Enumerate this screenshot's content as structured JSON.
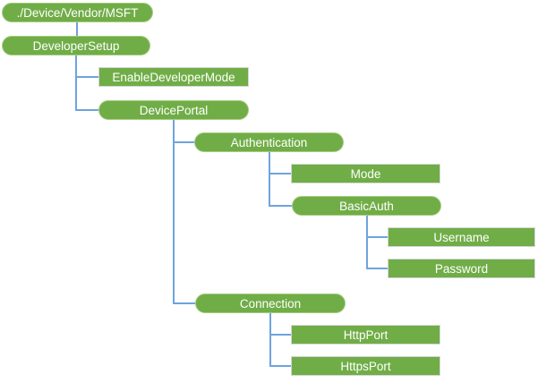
{
  "diagram": {
    "type": "tree",
    "nodes": [
      {
        "label": "./Device/Vendor/MSFT",
        "shape": "rounded",
        "parent": null
      },
      {
        "label": "DeveloperSetup",
        "shape": "rounded",
        "parent": "./Device/Vendor/MSFT"
      },
      {
        "label": "EnableDeveloperMode",
        "shape": "rectangle",
        "parent": "DeveloperSetup"
      },
      {
        "label": "DevicePortal",
        "shape": "rounded",
        "parent": "DeveloperSetup"
      },
      {
        "label": "Authentication",
        "shape": "rounded",
        "parent": "DevicePortal"
      },
      {
        "label": "Mode",
        "shape": "rectangle",
        "parent": "Authentication"
      },
      {
        "label": "BasicAuth",
        "shape": "rounded",
        "parent": "Authentication"
      },
      {
        "label": "Username",
        "shape": "rectangle",
        "parent": "BasicAuth"
      },
      {
        "label": "Password",
        "shape": "rectangle",
        "parent": "BasicAuth"
      },
      {
        "label": "Connection",
        "shape": "rounded",
        "parent": "DevicePortal"
      },
      {
        "label": "HttpPort",
        "shape": "rectangle",
        "parent": "Connection"
      },
      {
        "label": "HttpsPort",
        "shape": "rectangle",
        "parent": "Connection"
      }
    ],
    "colors": {
      "node_fill": "#70AD47",
      "node_text": "#FFFFFF",
      "connector": "#6FA3DC",
      "pill_border": "#A6CC81",
      "rect_border": "#D6D6D6",
      "background": "#FFFFFF"
    }
  }
}
